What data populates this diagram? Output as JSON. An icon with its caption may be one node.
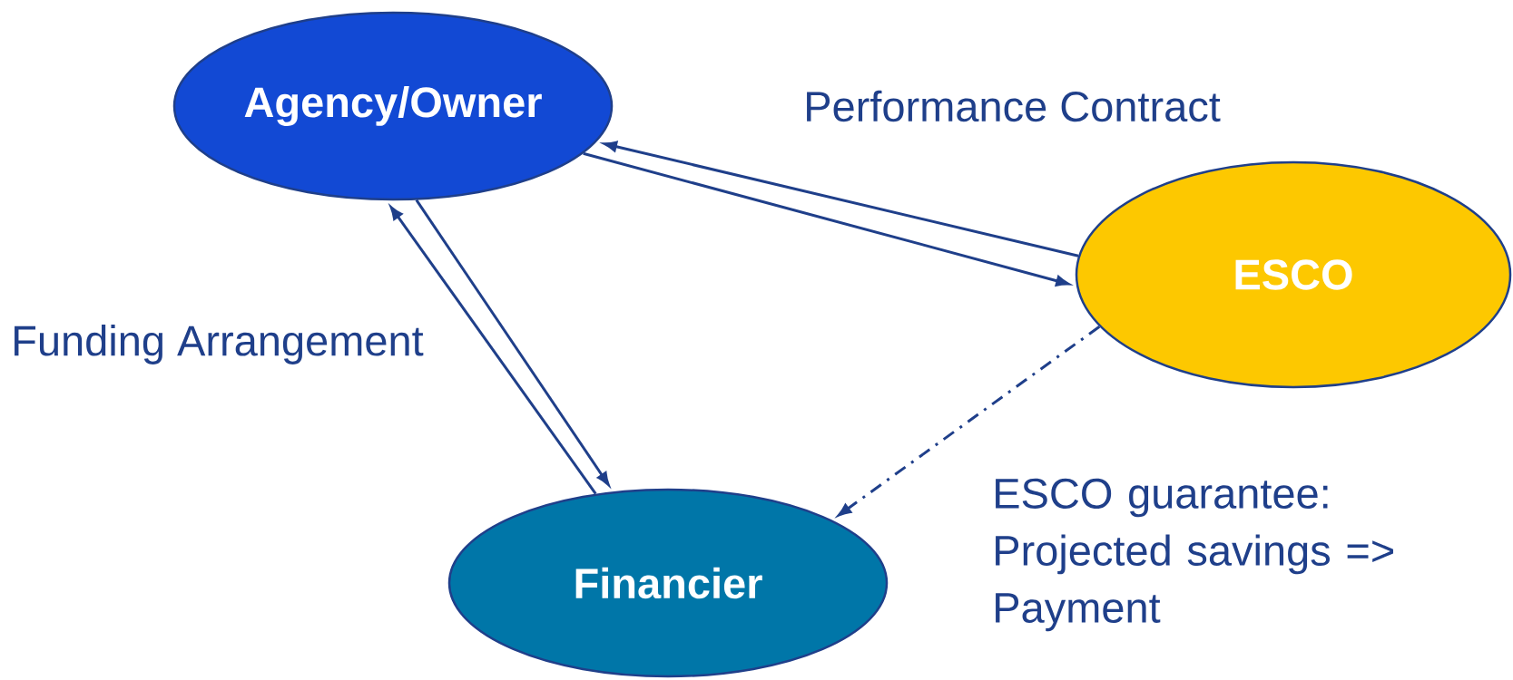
{
  "diagram": {
    "nodes": [
      {
        "text": [
          "Agency/Owner"
        ]
      },
      {
        "text": [
          "ESCO"
        ]
      },
      {
        "text": [
          "Financier"
        ]
      }
    ],
    "edges": [
      {
        "from": 1,
        "to": 0,
        "arrow": "to"
      },
      {
        "from": 0,
        "to": 1,
        "arrow": "to"
      },
      {
        "from": 0,
        "to": 2,
        "arrow": "to"
      },
      {
        "from": 2,
        "to": 0,
        "arrow": "to"
      },
      {
        "from": 1,
        "to": 2,
        "arrow": "to",
        "style": "dashed"
      }
    ],
    "labels": [
      "Performance Contract",
      "Funding Arrangement",
      "ESCO guarantee: Projected savings => Payment"
    ]
  }
}
